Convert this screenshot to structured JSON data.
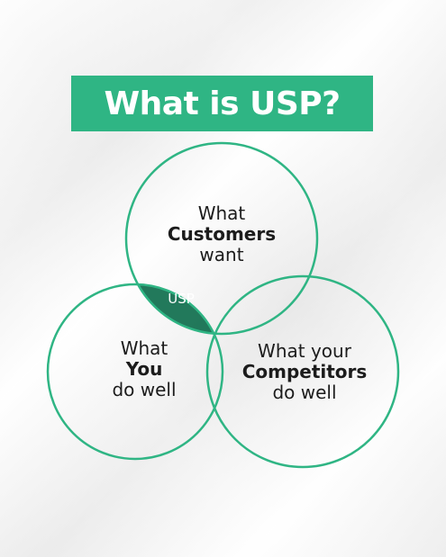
{
  "title": "What is USP?",
  "colors": {
    "accent": "#2fb584",
    "accent_dark": "#0f6e4d",
    "text": "#1c1c1c",
    "background": "#f4f4f4"
  },
  "venn": {
    "top": {
      "line1": "What",
      "line2": "Customers",
      "line3": "want"
    },
    "left": {
      "line1": "What",
      "line2": "You",
      "line3": "do well"
    },
    "right": {
      "line1": "What your",
      "line2": "Competitors",
      "line3": "do well"
    },
    "intersection": "USP"
  }
}
